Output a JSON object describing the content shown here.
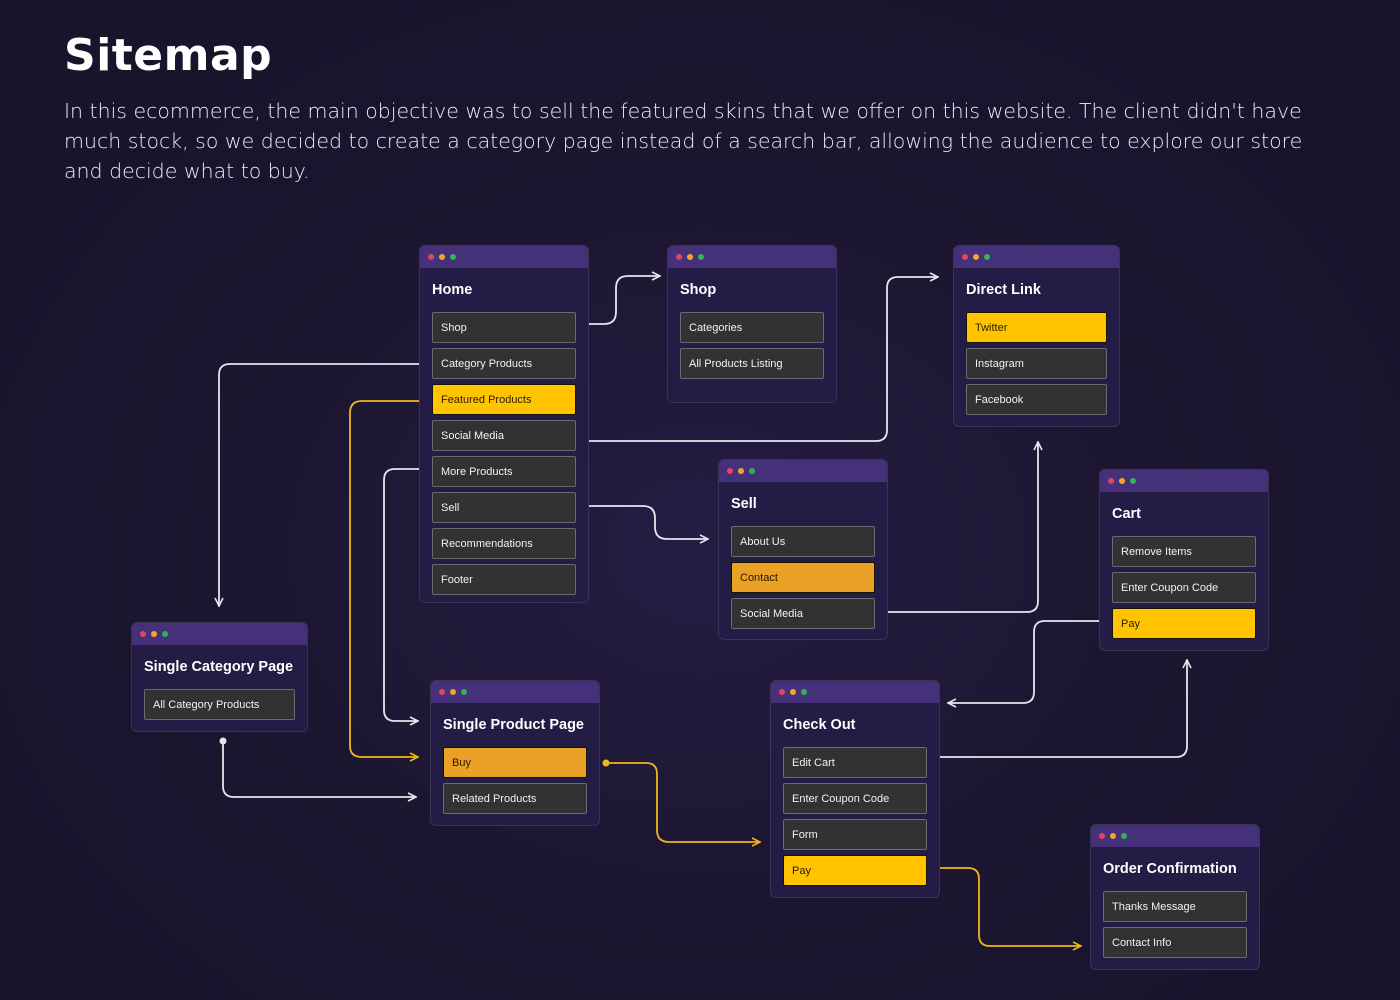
{
  "header": {
    "title": "Sitemap",
    "description": "In this ecommerce, the main objective was to sell the featured skins that we offer on this website. The client didn't have much stock, so we decided to create a category page instead of a search bar, allowing the audience to explore our store and decide what to buy."
  },
  "colors": {
    "background": "#1c1630",
    "window": "#231c44",
    "titlebar": "#45317a",
    "item": "#323232",
    "highlight_yellow": "#ffc300",
    "highlight_orange": "#eba026",
    "link_white": "#e6e6ee",
    "link_yellow": "#f2b51e"
  },
  "windows": {
    "home": {
      "title": "Home",
      "items": [
        {
          "label": "Shop",
          "style": "default"
        },
        {
          "label": "Category Products",
          "style": "default"
        },
        {
          "label": "Featured Products",
          "style": "yellow"
        },
        {
          "label": "Social Media",
          "style": "default"
        },
        {
          "label": "More Products",
          "style": "default"
        },
        {
          "label": "Sell",
          "style": "default"
        },
        {
          "label": "Recommendations",
          "style": "default"
        },
        {
          "label": "Footer",
          "style": "default"
        }
      ]
    },
    "shop": {
      "title": "Shop",
      "items": [
        {
          "label": "Categories",
          "style": "default"
        },
        {
          "label": "All Products Listing",
          "style": "default"
        }
      ]
    },
    "direct_link": {
      "title": "Direct Link",
      "items": [
        {
          "label": "Twitter",
          "style": "yellow"
        },
        {
          "label": "Instagram",
          "style": "default"
        },
        {
          "label": "Facebook",
          "style": "default"
        }
      ]
    },
    "sell": {
      "title": "Sell",
      "items": [
        {
          "label": "About Us",
          "style": "default"
        },
        {
          "label": "Contact",
          "style": "orange"
        },
        {
          "label": "Social Media",
          "style": "default"
        }
      ]
    },
    "cart": {
      "title": "Cart",
      "items": [
        {
          "label": "Remove Items",
          "style": "default"
        },
        {
          "label": "Enter Coupon Code",
          "style": "default"
        },
        {
          "label": "Pay",
          "style": "yellow"
        }
      ]
    },
    "single_category": {
      "title": "Single Category Page",
      "items": [
        {
          "label": "All Category Products",
          "style": "default"
        }
      ]
    },
    "single_product": {
      "title": "Single Product Page",
      "items": [
        {
          "label": "Buy",
          "style": "orange"
        },
        {
          "label": "Related Products",
          "style": "default"
        }
      ]
    },
    "checkout": {
      "title": "Check Out",
      "items": [
        {
          "label": "Edit Cart",
          "style": "default"
        },
        {
          "label": "Enter Coupon Code",
          "style": "default"
        },
        {
          "label": "Form",
          "style": "default"
        },
        {
          "label": "Pay",
          "style": "yellow"
        }
      ]
    },
    "order_confirmation": {
      "title": "Order Confirmation",
      "items": [
        {
          "label": "Thanks Message",
          "style": "default"
        },
        {
          "label": "Contact Info",
          "style": "default"
        }
      ]
    }
  },
  "connections": [
    {
      "from": "Home / Shop",
      "to": "Shop",
      "color": "white"
    },
    {
      "from": "Home / Category Products",
      "to": "Single Category Page",
      "color": "white"
    },
    {
      "from": "Home / Featured Products",
      "to": "Single Product Page",
      "color": "yellow"
    },
    {
      "from": "Home / Social Media",
      "to": "Direct Link",
      "color": "white"
    },
    {
      "from": "Home / More Products",
      "to": "Single Product Page",
      "color": "white"
    },
    {
      "from": "Home / Sell",
      "to": "Sell",
      "color": "white"
    },
    {
      "from": "Sell / Social Media",
      "to": "Direct Link",
      "color": "white"
    },
    {
      "from": "Single Category Page",
      "to": "Single Product Page",
      "color": "white"
    },
    {
      "from": "Single Product Page / Buy",
      "to": "Check Out",
      "color": "yellow"
    },
    {
      "from": "Cart / Pay",
      "to": "Check Out",
      "color": "white"
    },
    {
      "from": "Check Out / Edit Cart",
      "to": "Cart",
      "color": "white"
    },
    {
      "from": "Check Out / Pay",
      "to": "Order Confirmation",
      "color": "yellow"
    }
  ]
}
